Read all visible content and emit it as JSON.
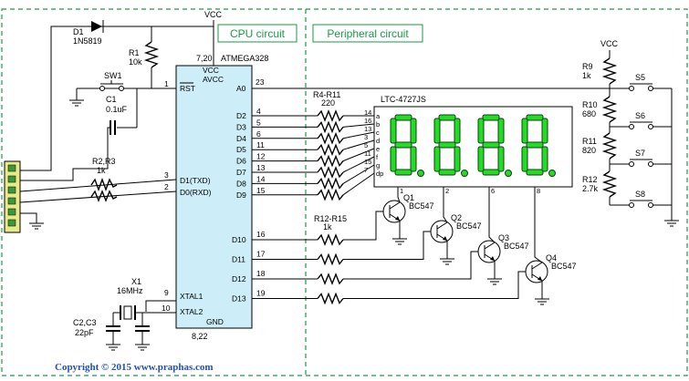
{
  "sections": {
    "cpu": "CPU circuit",
    "peripheral": "Peripheral circuit"
  },
  "copyright": "Copyright © 2015 www.praphas.com",
  "power": {
    "vcc": "VCC"
  },
  "mcu": {
    "name": "ATMEGA328",
    "vcc_pins": "7,20",
    "gnd_pins": "8,22",
    "pin_vcc": "VCC",
    "pin_avcc": "AVCC",
    "pin_gnd": "GND",
    "pin_rst": "RST",
    "pin_a0": "A0",
    "pin_txd": "D1(TXD)",
    "pin_rxd": "D0(RXD)",
    "pin_xtal1": "XTAL1",
    "pin_xtal2": "XTAL2",
    "num_rst": "1",
    "num_a0": "23",
    "num_txd": "3",
    "num_rxd": "2",
    "num_xtal1": "9",
    "num_xtal2": "10",
    "segment_pins": [
      {
        "name": "D2",
        "num": "4"
      },
      {
        "name": "D3",
        "num": "5"
      },
      {
        "name": "D4",
        "num": "6"
      },
      {
        "name": "D5",
        "num": "11"
      },
      {
        "name": "D6",
        "num": "12"
      },
      {
        "name": "D7",
        "num": "13"
      },
      {
        "name": "D8",
        "num": "14"
      },
      {
        "name": "D9",
        "num": "15"
      }
    ],
    "digit_pins": [
      {
        "name": "D10",
        "num": "16"
      },
      {
        "name": "D11",
        "num": "17"
      },
      {
        "name": "D12",
        "num": "18"
      },
      {
        "name": "D13",
        "num": "19"
      }
    ]
  },
  "components": {
    "d1": {
      "ref": "D1",
      "value": "1N5819"
    },
    "r1": {
      "ref": "R1",
      "value": "10k"
    },
    "sw1": {
      "ref": "SW1"
    },
    "c1": {
      "ref": "C1",
      "value": "0.1uF"
    },
    "r2r3": {
      "ref": "R2,R3",
      "value": "1k"
    },
    "x1": {
      "ref": "X1",
      "value": "16MHz"
    },
    "c2c3": {
      "ref": "C2,C3",
      "value": "22pF"
    },
    "r4r11": {
      "ref": "R4-R11",
      "value": "220"
    },
    "r12r15": {
      "ref": "R12-R15",
      "value": "1k"
    },
    "display": {
      "ref": "LTC-4727JS"
    },
    "transistors": [
      {
        "ref": "Q1",
        "value": "BC547"
      },
      {
        "ref": "Q2",
        "value": "BC547"
      },
      {
        "ref": "Q3",
        "value": "BC547"
      },
      {
        "ref": "Q4",
        "value": "BC547"
      }
    ],
    "keypad_resistors": [
      {
        "ref": "R9",
        "value": "1k"
      },
      {
        "ref": "R10",
        "value": "680"
      },
      {
        "ref": "R11",
        "value": "820"
      },
      {
        "ref": "R12",
        "value": "2.7k"
      }
    ],
    "switches": [
      "S5",
      "S6",
      "S7",
      "S8"
    ]
  },
  "display_pins": {
    "segment_nums": [
      "14",
      "16",
      "13",
      "3",
      "5",
      "11",
      "15",
      "7"
    ],
    "segment_names": [
      "a",
      "b",
      "c",
      "d",
      "e",
      "f",
      "g",
      "dp"
    ],
    "digit_nums": [
      "1",
      "2",
      "6",
      "8"
    ]
  },
  "colors": {
    "accent_green": "#1a9a48",
    "chip_fill": "#cdeef8",
    "led_on": "#22dd22",
    "led_off": "#0f3f18",
    "copyright_blue": "#1f4fbf"
  }
}
